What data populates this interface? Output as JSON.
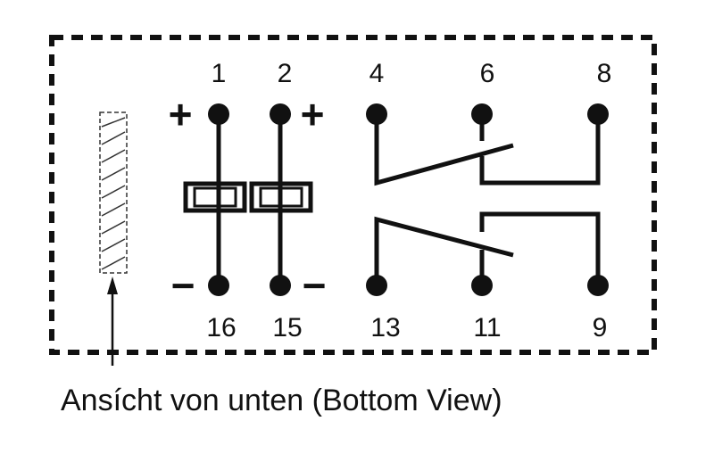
{
  "diagram": {
    "pins_top": [
      "1",
      "2",
      "4",
      "6",
      "8"
    ],
    "pins_bottom": [
      "16",
      "15",
      "13",
      "11",
      "9"
    ],
    "polarity": {
      "pin1": "+",
      "pin2": "+",
      "pin16": "−",
      "pin15": "−"
    },
    "caption": "Ansícht von unten (Bottom View)",
    "colors": {
      "line": "#111111",
      "background": "#ffffff"
    }
  }
}
